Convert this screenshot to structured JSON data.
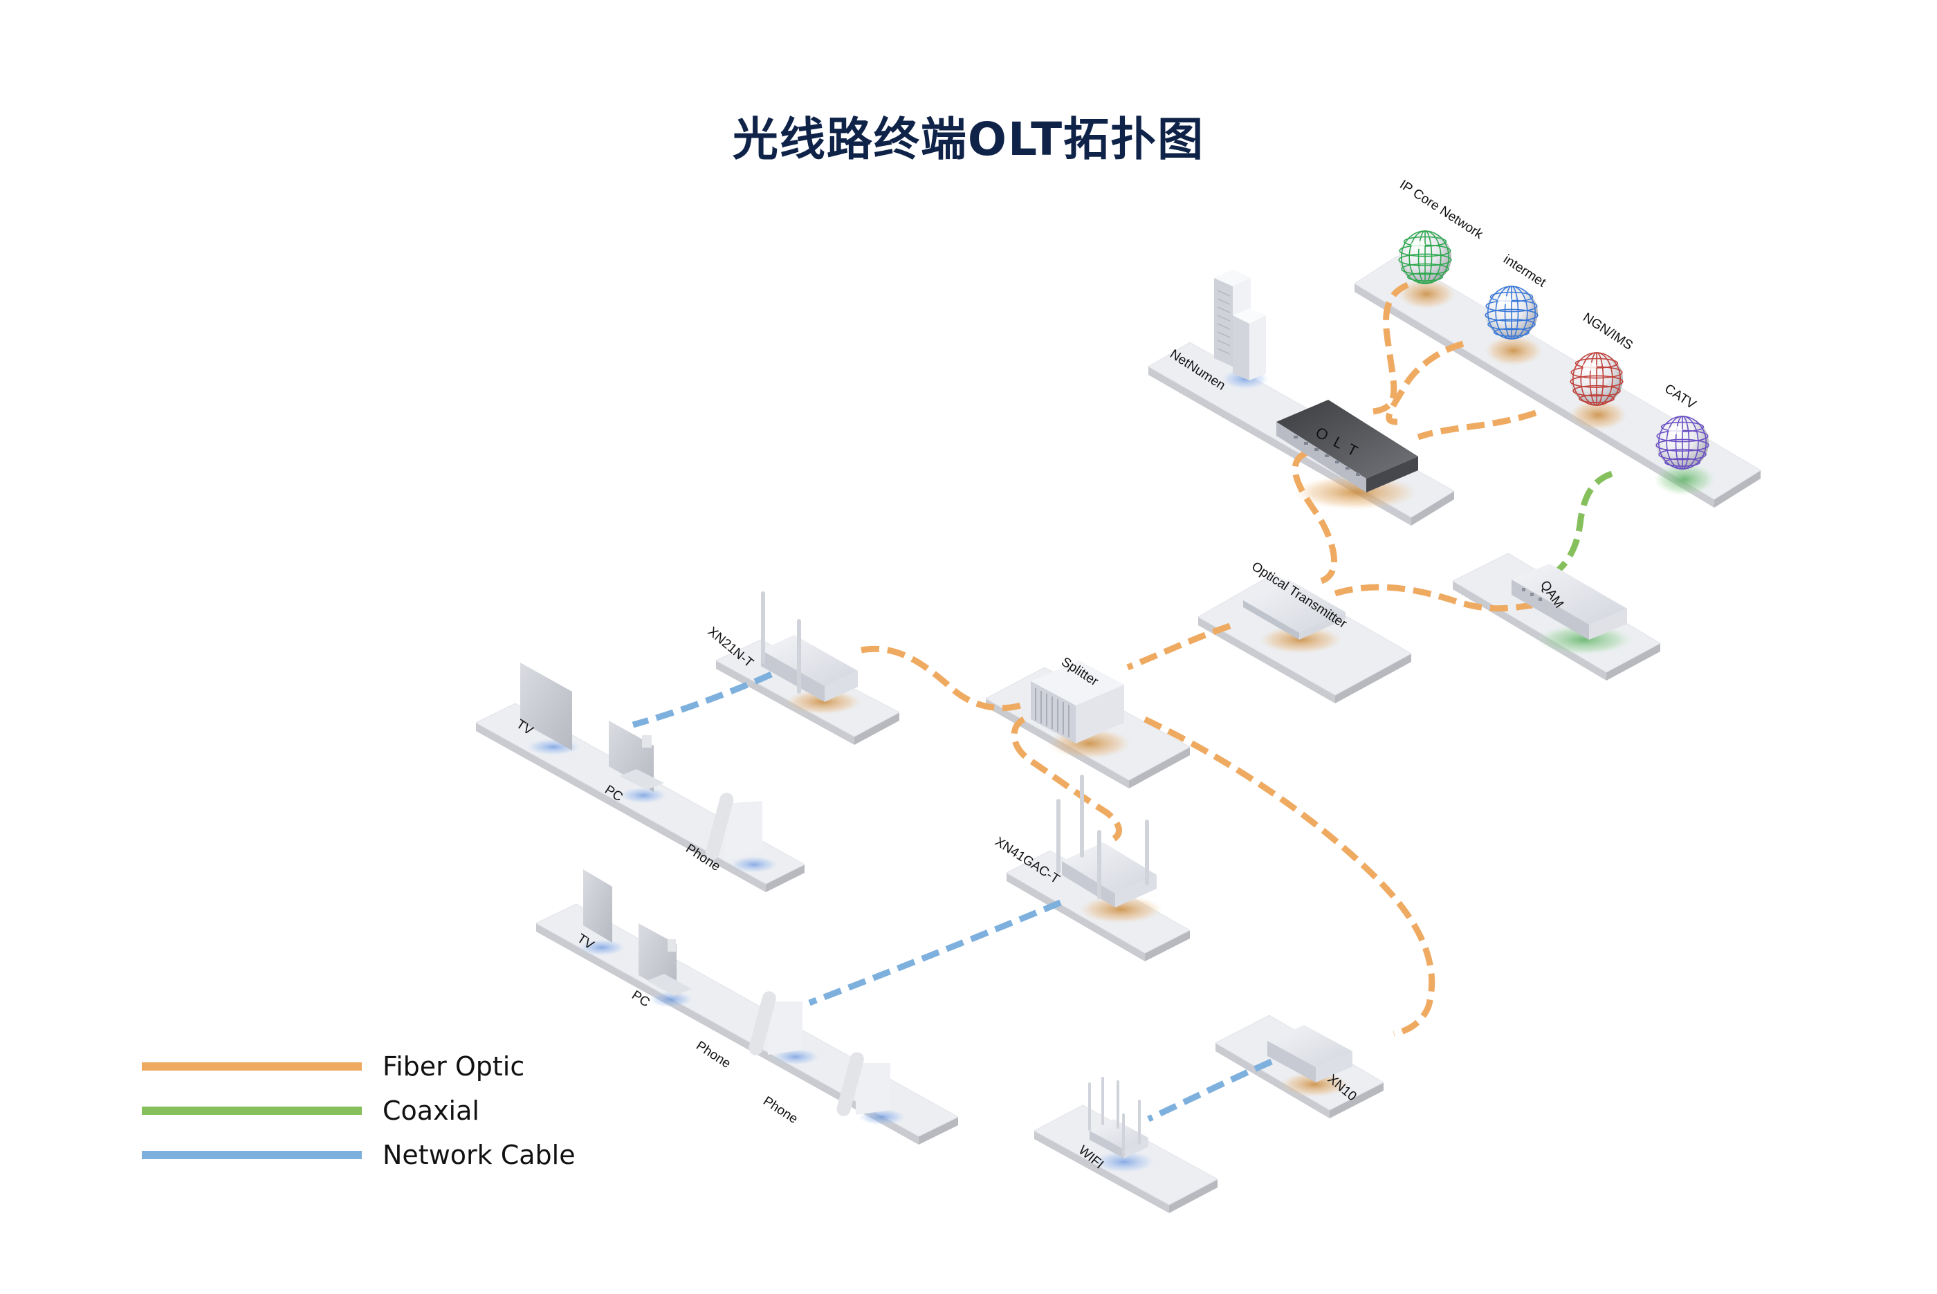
{
  "title": "光线路终端OLT拓扑图",
  "colors": {
    "fiber": "#efaa62",
    "coaxial": "#86c05c",
    "network": "#7eb0de",
    "title": "#0f2349",
    "platform_top": "#eceef2",
    "platform_side": "#c9cbd0"
  },
  "legend": [
    {
      "key": "fiber",
      "label": "Fiber Optic",
      "color": "#efaa62"
    },
    {
      "key": "coaxial",
      "label": "Coaxial",
      "color": "#86c05c"
    },
    {
      "key": "network",
      "label": "Network Cable",
      "color": "#7eb0de"
    }
  ],
  "nodes": {
    "ip_core": {
      "label": "IP Core Network",
      "icon": "globe-icon",
      "accent": "#2fa84f"
    },
    "internet": {
      "label": "intermet",
      "icon": "globe-icon",
      "accent": "#3a78d8"
    },
    "ngn_ims": {
      "label": "NGN/IMS",
      "icon": "globe-icon",
      "accent": "#c0413a"
    },
    "catv": {
      "label": "CATV",
      "icon": "globe-icon",
      "accent": "#6a4fc4"
    },
    "netnumen": {
      "label": "NetNumen",
      "icon": "server-tower-icon"
    },
    "olt": {
      "label": "OLT",
      "icon": "olt-switch-icon"
    },
    "optical_transmitter": {
      "label": "Optical Transmitter",
      "icon": "optical-transmitter-icon"
    },
    "qam": {
      "label": "QAM",
      "icon": "qam-device-icon"
    },
    "splitter": {
      "label": "Splitter",
      "icon": "splitter-icon"
    },
    "xn21n_t": {
      "label": "XN21N-T",
      "icon": "router-2-antenna-icon"
    },
    "xn41gac_t": {
      "label": "XN41GAC-T",
      "icon": "router-4-antenna-icon"
    },
    "xn10": {
      "label": "XN10",
      "icon": "ont-box-icon"
    },
    "wifi": {
      "label": "WIFI",
      "icon": "wifi-router-icon"
    }
  },
  "home1": {
    "devices": [
      {
        "label": "TV",
        "icon": "tv-icon"
      },
      {
        "label": "PC",
        "icon": "pc-monitor-icon"
      },
      {
        "label": "Phone",
        "icon": "phone-icon"
      }
    ]
  },
  "home2": {
    "devices": [
      {
        "label": "TV",
        "icon": "tv-icon"
      },
      {
        "label": "PC",
        "icon": "pc-monitor-icon"
      },
      {
        "label": "Phone",
        "icon": "phone-icon"
      },
      {
        "label": "Phone",
        "icon": "phone-icon"
      }
    ]
  },
  "links": [
    {
      "from": "IP Core Network",
      "to": "OLT",
      "type": "fiber"
    },
    {
      "from": "intermet",
      "to": "OLT",
      "type": "fiber"
    },
    {
      "from": "NGN/IMS",
      "to": "OLT",
      "type": "fiber"
    },
    {
      "from": "CATV",
      "to": "QAM",
      "type": "coaxial"
    },
    {
      "from": "OLT",
      "to": "Optical Transmitter",
      "type": "fiber"
    },
    {
      "from": "Optical Transmitter",
      "to": "QAM",
      "type": "fiber"
    },
    {
      "from": "Optical Transmitter",
      "to": "Splitter",
      "type": "fiber"
    },
    {
      "from": "Splitter",
      "to": "XN21N-T",
      "type": "fiber"
    },
    {
      "from": "Splitter",
      "to": "XN41GAC-T",
      "type": "fiber"
    },
    {
      "from": "Splitter",
      "to": "XN10",
      "type": "fiber"
    },
    {
      "from": "XN21N-T",
      "to": "PC",
      "type": "network"
    },
    {
      "from": "XN41GAC-T",
      "to": "Phone",
      "type": "network"
    },
    {
      "from": "XN10",
      "to": "WIFI",
      "type": "network"
    }
  ]
}
